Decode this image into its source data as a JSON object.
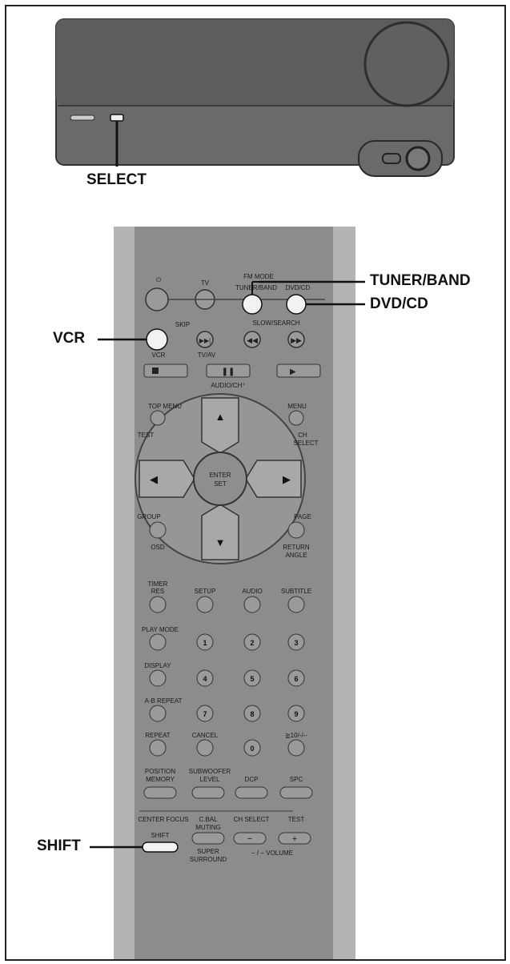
{
  "colors": {
    "unit_body": "#6a6a6a",
    "remote_body": "#8c8c8c",
    "remote_edge": "#b4b4b4",
    "line": "#111111",
    "button_fill": "#9a9a9a",
    "highlight_button": "#f2f2f2"
  },
  "callouts": {
    "select": "SELECT",
    "tuner_band": "TUNER/BAND",
    "dvd_cd": "DVD/CD",
    "vcr": "VCR",
    "shift": "SHIFT"
  },
  "remote": {
    "power_symbol": "⏻",
    "tv": "TV",
    "fm_mode": "FM MODE",
    "tuner_band": "TUNER/BAND",
    "dvd_cd": "DVD/CD",
    "skip": "SKIP",
    "slow_search": "SLOW/SEARCH",
    "vcr": "VCR",
    "tv_av": "TV/AV",
    "audio_ch": "AUDIO/CH⁺",
    "top_menu": "TOP MENU",
    "menu": "MENU",
    "test": "TEST",
    "ch_select_1": "CH",
    "ch_select_2": "SELECT",
    "enter": "ENTER",
    "set": "SET",
    "group": "GROUP",
    "page": "PAGE",
    "osd": "OSD",
    "return": "RETURN",
    "angle": "ANGLE",
    "timer": "TIMER",
    "res": "RES",
    "setup": "SETUP",
    "audio": "AUDIO",
    "subtitle": "SUBTITLE",
    "play_mode": "PLAY MODE",
    "display": "DISPLAY",
    "ab_repeat": "A-B REPEAT",
    "repeat": "REPEAT",
    "cancel": "CANCEL",
    "plus10": "≧10/-/--",
    "digits": [
      "1",
      "2",
      "3",
      "4",
      "5",
      "6",
      "7",
      "8",
      "9",
      "0"
    ],
    "position_memory_1": "POSITION",
    "position_memory_2": "MEMORY",
    "subwoofer_level_1": "SUBWOOFER",
    "subwoofer_level_2": "LEVEL",
    "dcp": "DCP",
    "spc": "SPC",
    "center_focus": "CENTER FOCUS",
    "c_bal": "C.BAL",
    "ch_select_row": "CH SELECT",
    "test2": "TEST",
    "shift": "SHIFT",
    "muting": "MUTING",
    "super_1": "SUPER",
    "super_2": "SURROUND",
    "minus": "−",
    "plus": "+",
    "volume": "− / − VOLUME"
  }
}
